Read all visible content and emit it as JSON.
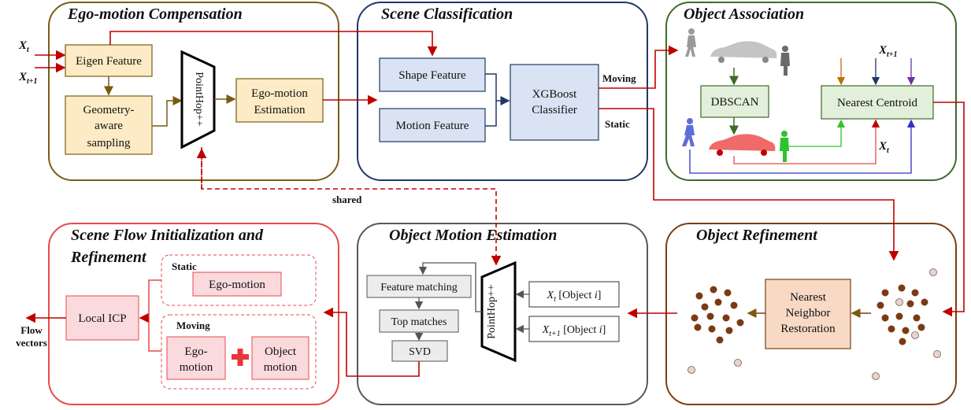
{
  "stages": {
    "ego": {
      "title": "Ego-motion Compensation",
      "input_xt": "X",
      "input_xt_sub": "t",
      "input_xt1": "X",
      "input_xt1_sub": "t+1",
      "eigen_feature": "Eigen Feature",
      "geometry_line1": "Geometry-",
      "geometry_line2": "aware",
      "geometry_line3": "sampling",
      "pointhop": "PointHop++",
      "estimation_line1": "Ego-motion",
      "estimation_line2": "Estimation"
    },
    "scene": {
      "title": "Scene Classification",
      "shape_feature": "Shape Feature",
      "motion_feature": "Motion Feature",
      "classifier_line1": "XGBoost",
      "classifier_line2": "Classifier",
      "moving": "Moving",
      "static": "Static"
    },
    "association": {
      "title": "Object Association",
      "dbscan": "DBSCAN",
      "nearest_centroid": "Nearest Centroid",
      "input_xt1": "X",
      "input_xt1_sub": "t+1",
      "input_xt": "X",
      "input_xt_sub": "t"
    },
    "init": {
      "title_line1": "Scene Flow Initialization and",
      "title_line2": "Refinement",
      "static_label": "Static",
      "ego_motion": "Ego-motion",
      "moving_label": "Moving",
      "ego_line1": "Ego-",
      "ego_line2": "motion",
      "object_line1": "Object",
      "object_line2": "motion",
      "local_icp": "Local ICP",
      "output_line1": "Flow",
      "output_line2": "vectors"
    },
    "object_motion": {
      "title": "Object Motion Estimation",
      "feature_matching": "Feature matching",
      "top_matches": "Top matches",
      "svd": "SVD",
      "pointhop": "PointHop++",
      "input1_var": "X",
      "input1_sub": "t",
      "input1_text": " [Object ",
      "input1_idx": "i",
      "input1_close": "]",
      "input2_var": "X",
      "input2_sub": "t+1",
      "input2_text": " [Object ",
      "input2_idx": "i",
      "input2_close": "]"
    },
    "refinement": {
      "title": "Object Refinement",
      "restoration_line1": "Nearest",
      "restoration_line2": "Neighbor",
      "restoration_line3": "Restoration"
    }
  },
  "shared_label": "shared",
  "colors": {
    "ego_border": "#7a5c17",
    "scene_border": "#1f3864",
    "association_border": "#3d6b2a",
    "init_border": "#e84a4a",
    "object_motion_border": "#595959",
    "refinement_border": "#7b3f12",
    "flow_arrow": "#c00000",
    "yellow_fill": "#fcebc4",
    "blue_fill": "#dae3f3",
    "green_fill": "#e2efda",
    "pink_fill": "#fadadd",
    "gray_fill": "#ececec",
    "peach_fill": "#f8d9c4"
  }
}
